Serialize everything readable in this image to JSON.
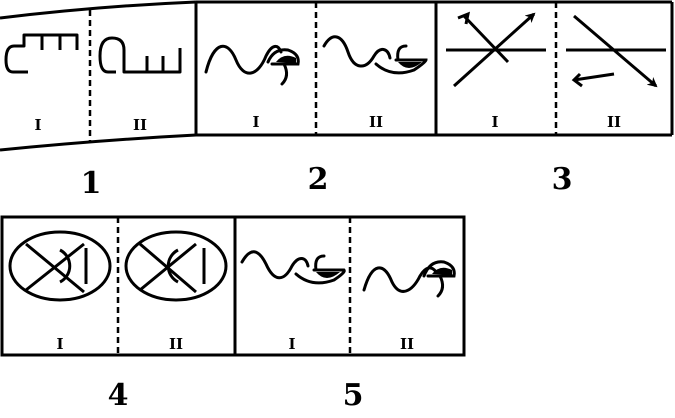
{
  "pairs": [
    {
      "number": "1",
      "left": "I",
      "right": "II"
    },
    {
      "number": "2",
      "left": "I",
      "right": "II"
    },
    {
      "number": "3",
      "left": "I",
      "right": "II"
    },
    {
      "number": "4",
      "left": "I",
      "right": "II"
    },
    {
      "number": "5",
      "left": "I",
      "right": "II"
    }
  ],
  "line_color": "#000000",
  "background_color": "#ffffff"
}
